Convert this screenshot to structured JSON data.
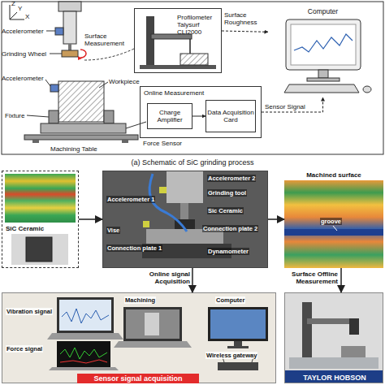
{
  "diagram": {
    "nodes": [
      {
        "text": [
          "Profilometer Talysurf CLI2000"
        ]
      },
      {
        "text": [
          "Computer"
        ]
      },
      {
        "text": [
          "Online Measurement"
        ]
      },
      {
        "text": [
          "Charge Amplifier"
        ],
        "in": 2
      },
      {
        "text": [
          "Data Acquisition Card"
        ],
        "in": 2
      },
      {
        "text": [
          "SiC Ceramic"
        ]
      },
      {
        "text": [
          "Accelerometer 2",
          "Grinding tool",
          "Accelerometer 1",
          "Sic Ceramic",
          "Vise",
          "Connection plate 2",
          "Connection plate 1",
          "Dynamometer"
        ]
      },
      {
        "text": [
          "Machined surface",
          "groove"
        ]
      },
      {
        "text": [
          "Vibration signal",
          "Machining",
          "Computer",
          "Wireless gateway",
          "Force signal",
          "Sensor signal acquisition"
        ]
      },
      {
        "text": [
          "TAYLOR HOBSON"
        ]
      }
    ],
    "edges": [
      {
        "from": 0,
        "to": 1,
        "label": "Surface Roughness",
        "arrow": "to"
      },
      {
        "from": 2,
        "to": 1,
        "label": "Sensor Signal",
        "arrow": "to"
      },
      {
        "from": 3,
        "to": 4,
        "arrow": "to"
      },
      {
        "from": 5,
        "to": 6,
        "arrow": "to"
      },
      {
        "from": 6,
        "to": 7,
        "arrow": "to"
      },
      {
        "from": 6,
        "to": 8,
        "label": "Online signal Acquisition",
        "arrow": "to"
      },
      {
        "from": 7,
        "to": 9,
        "label": "Surface Offline Measurement",
        "arrow": "to"
      }
    ],
    "labels": [
      "Z",
      "Y",
      "X",
      "Accelerometer",
      "Grinding Wheel",
      "Surface Measurement",
      "Accelerometer",
      "Workpiece",
      "Fixture",
      "Force Sensor",
      "Machining Table",
      "(a) Schematic of SiC grinding process"
    ]
  }
}
